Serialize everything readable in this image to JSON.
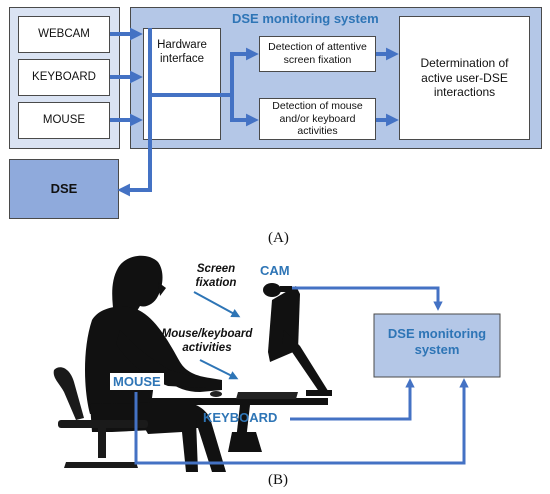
{
  "panel_a": {
    "system_title": "DSE monitoring system",
    "inputs": [
      "WEBCAM",
      "KEYBOARD",
      "MOUSE"
    ],
    "hardware_interface": "Hardware interface",
    "detection_fixation": "Detection of attentive screen fixation",
    "detection_activity": "Detection of mouse and/or keyboard activities",
    "determination": "Determination of active user-DSE interactions",
    "dse": "DSE",
    "caption": "(A)"
  },
  "panel_b": {
    "screen_fixation": "Screen fixation",
    "mouse_keyboard_activities": "Mouse/keyboard activities",
    "cam": "CAM",
    "mouse": "MOUSE",
    "keyboard": "KEYBOARD",
    "monitoring_system": "DSE monitoring system",
    "caption": "(B)"
  },
  "colors": {
    "arrow": "#4472c4",
    "panel_fill": "#b4c7e7",
    "system_fill": "#8faadc",
    "input_panel_fill": "#dae3f3",
    "dse_fill": "#8faadc",
    "accent_text": "#2e75b6"
  }
}
